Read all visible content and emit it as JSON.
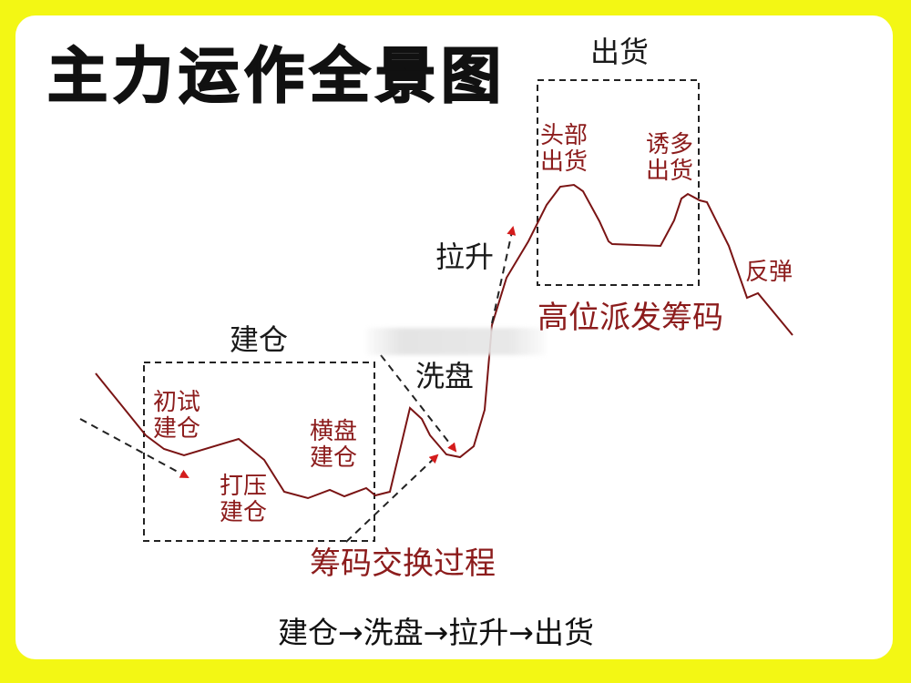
{
  "title": "主力运作全景图",
  "phases": {
    "accumulate": "建仓",
    "wash": "洗盘",
    "pull_up": "拉升",
    "distribute": "出货"
  },
  "annotations": {
    "initial_build": [
      "初试",
      "建仓"
    ],
    "suppress_build": [
      "打压",
      "建仓"
    ],
    "sideways_build": [
      "横盘",
      "建仓"
    ],
    "top_distribute": [
      "头部",
      "出货"
    ],
    "lure_distribute": [
      "诱多",
      "出货"
    ],
    "rebound": "反弹",
    "chip_exchange": "筹码交换过程",
    "high_distribute": "高位派发筹码"
  },
  "flow": "建仓→洗盘→拉升→出货",
  "colors": {
    "background": "#f3f714",
    "card": "#ffffff",
    "price_line": "#7a1414",
    "annotation_red": "#8c1c1c",
    "arrow_red": "#d41c1c",
    "dashed": "#222222"
  }
}
